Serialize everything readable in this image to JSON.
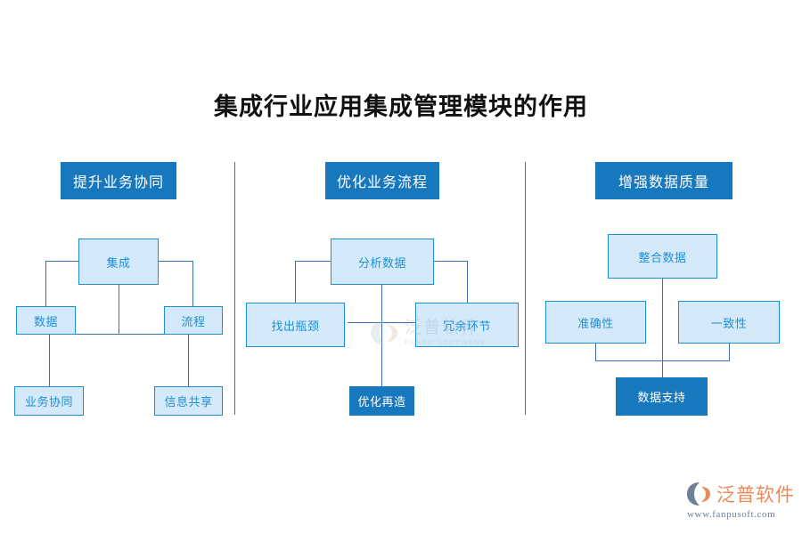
{
  "page": {
    "title": "集成行业应用集成管理模块的作用",
    "background": "#ffffff"
  },
  "colors": {
    "header_fill": "#1878be",
    "header_text": "#ffffff",
    "node_fill": "#d4eafa",
    "node_border": "#1d8ed4",
    "node_text": "#1f8fd6",
    "solid_node_fill": "#1878be",
    "solid_node_text": "#ffffff",
    "connector": "#3a6fb0",
    "title_text": "#111111",
    "logo_orange": "#e98b5a",
    "logo_url_text": "#6f7f96"
  },
  "columns": [
    {
      "id": "col-1",
      "header": "提升业务协同",
      "nodes": {
        "root": "集成",
        "left": "数据",
        "right": "流程",
        "leaf_left": "业务协同",
        "leaf_right": "信息共享"
      }
    },
    {
      "id": "col-2",
      "header": "优化业务流程",
      "nodes": {
        "root": "分析数据",
        "left": "找出瓶颈",
        "right": "冗余环节",
        "bottom": "优化再造"
      }
    },
    {
      "id": "col-3",
      "header": "增强数据质量",
      "nodes": {
        "root": "整合数据",
        "left": "准确性",
        "right": "一致性",
        "bottom": "数据支持"
      }
    }
  ],
  "watermark": {
    "cn": "泛普软件",
    "en": "FANPU SOFTWARE"
  },
  "logo": {
    "cn": "泛普软件",
    "url": "www.fanpusoft.com"
  }
}
